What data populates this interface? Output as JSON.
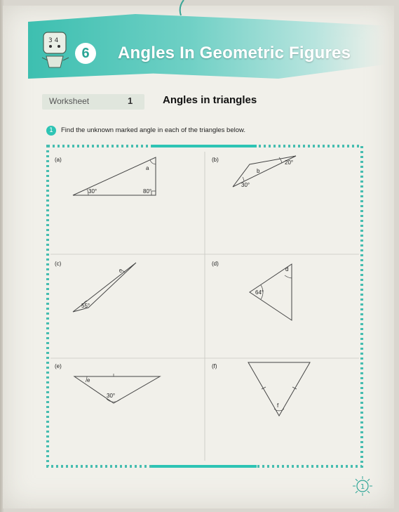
{
  "chapter": {
    "number": "6",
    "title": "Angles In Geometric Figures"
  },
  "worksheet": {
    "label": "Worksheet",
    "number": "1",
    "title": "Angles in triangles"
  },
  "question": {
    "number": "1",
    "text": "Find the unknown marked angle in each of the triangles below."
  },
  "items": [
    {
      "label": "(a)",
      "angles": [
        "a",
        "30°",
        "80°"
      ]
    },
    {
      "label": "(b)",
      "angles": [
        "b",
        "20°",
        "30°"
      ]
    },
    {
      "label": "(c)",
      "angles": [
        "c",
        "55°"
      ]
    },
    {
      "label": "(d)",
      "angles": [
        "d",
        "64°"
      ]
    },
    {
      "label": "(e)",
      "angles": [
        "e",
        "30°"
      ]
    },
    {
      "label": "(f)",
      "angles": [
        "f"
      ]
    }
  ],
  "page": {
    "number": "1"
  },
  "colors": {
    "accent": "#2ec4b4",
    "banner": "#3dbfb0",
    "paper": "#f1f0ea"
  }
}
